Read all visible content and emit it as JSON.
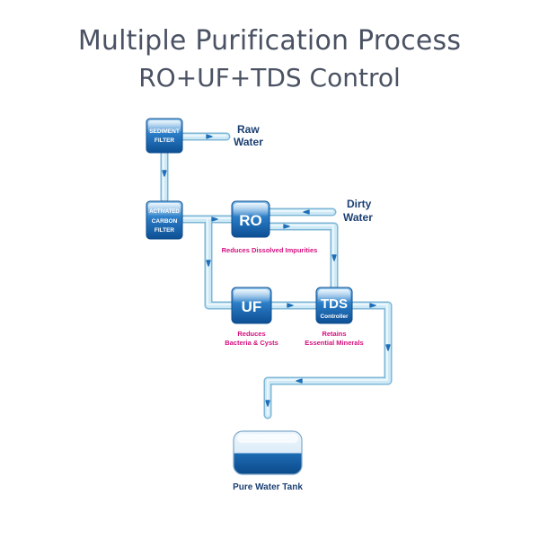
{
  "header": {
    "title": "Multiple Purification Process",
    "subtitle": "RO+UF+TDS Control"
  },
  "diagram": {
    "nodes": {
      "sediment": {
        "line1": "SEDIMENT",
        "line2": "FILTER"
      },
      "carbon": {
        "line1": "ACTIVATED",
        "line2": "CARBON",
        "line3": "FILTER"
      },
      "ro": {
        "label": "RO"
      },
      "uf": {
        "label": "UF"
      },
      "tds": {
        "label": "TDS",
        "sub": "Controller"
      }
    },
    "labels": {
      "raw_water_1": "Raw",
      "raw_water_2": "Water",
      "dirty_water_1": "Dirty",
      "dirty_water_2": "Water",
      "ro_desc": "Reduces Dissolved Impurities",
      "uf_desc_1": "Reduces",
      "uf_desc_2": "Bacteria & Cysts",
      "tds_desc_1": "Retains",
      "tds_desc_2": "Essential Minerals",
      "tank": "Pure Water Tank"
    },
    "colors": {
      "pipe": "#bfe2f2",
      "pipe_edge": "#7fb7d6",
      "node": "#1f6fb8",
      "node_dark": "#0c4c8e",
      "label_blue": "#1b3f73",
      "label_magenta": "#d4107e"
    }
  }
}
